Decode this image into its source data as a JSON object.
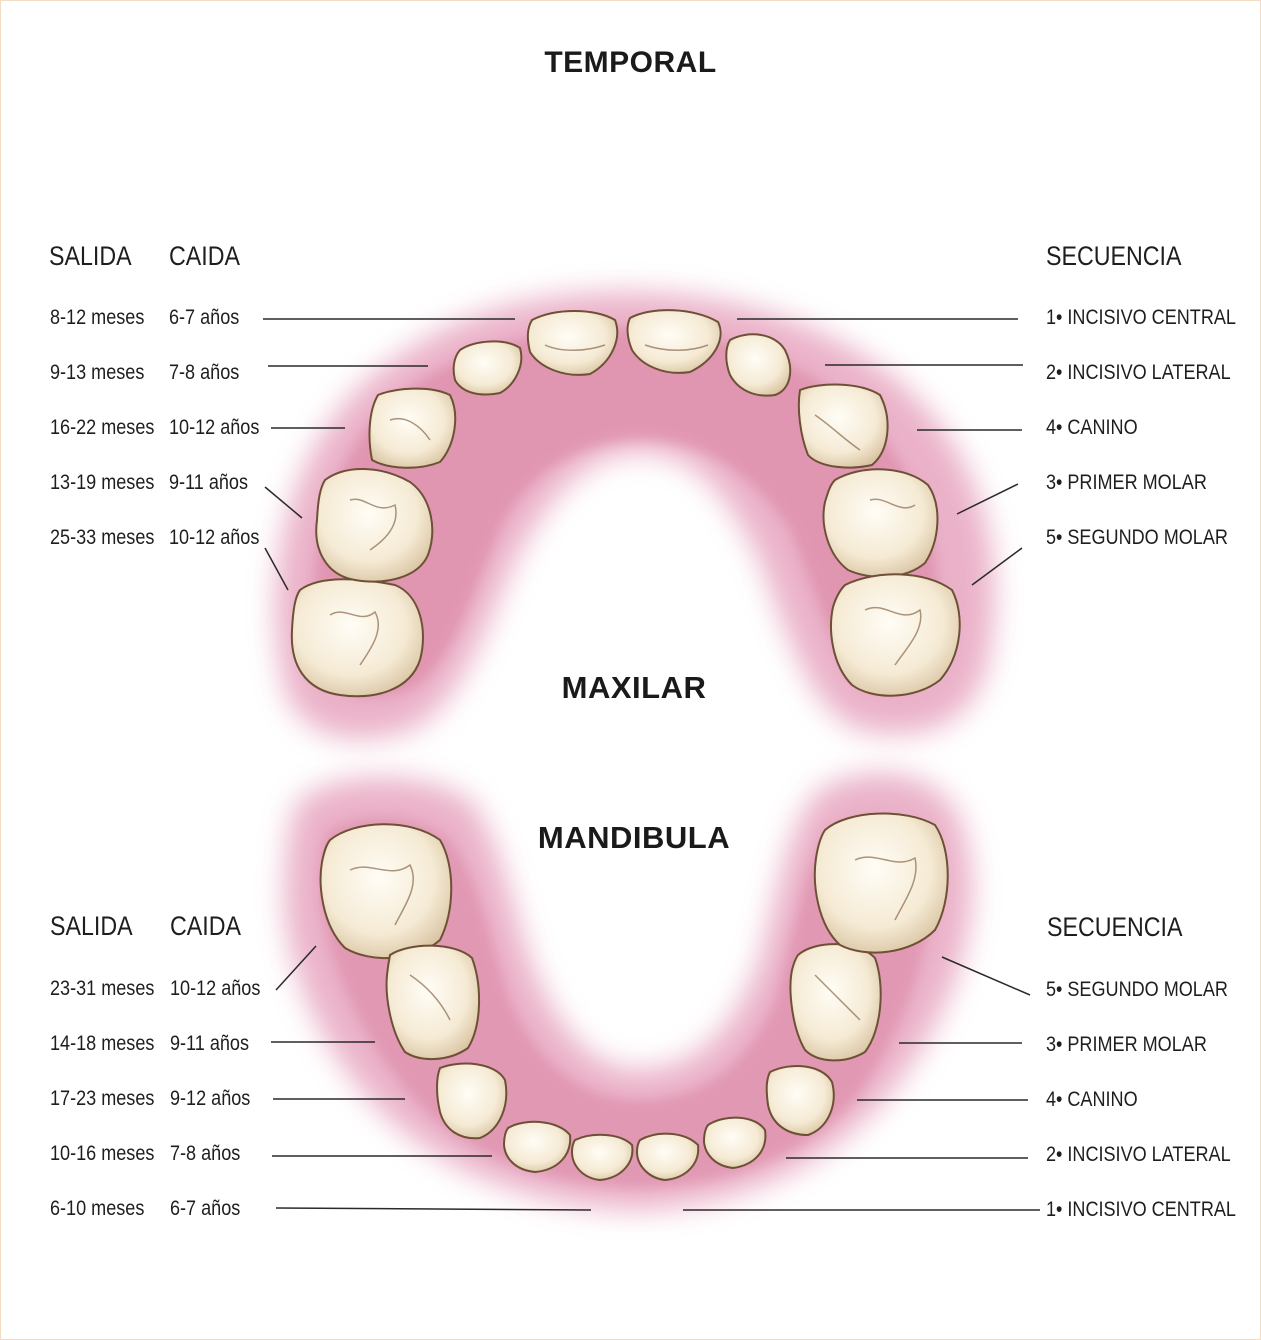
{
  "title": "TEMPORAL",
  "upper": {
    "label": "MAXILAR",
    "headers": {
      "salida": "SALIDA",
      "caida": "CAIDA",
      "secuencia": "SECUENCIA"
    },
    "rows": [
      {
        "salida": "8-12 meses",
        "caida": "6-7 años",
        "secuencia": "1• INCISIVO CENTRAL"
      },
      {
        "salida": "9-13 meses",
        "caida": "7-8 años",
        "secuencia": "2• INCISIVO LATERAL"
      },
      {
        "salida": "16-22 meses",
        "caida": "10-12 años",
        "secuencia": "4• CANINO"
      },
      {
        "salida": "13-19 meses",
        "caida": "9-11 años",
        "secuencia": "3• PRIMER MOLAR"
      },
      {
        "salida": "25-33 meses",
        "caida": "10-12 años",
        "secuencia": "5• SEGUNDO MOLAR"
      }
    ]
  },
  "lower": {
    "label": "MANDIBULA",
    "headers": {
      "salida": "SALIDA",
      "caida": "CAIDA",
      "secuencia": "SECUENCIA"
    },
    "rows": [
      {
        "salida": "23-31 meses",
        "caida": "10-12 años",
        "secuencia": "5• SEGUNDO MOLAR"
      },
      {
        "salida": "14-18 meses",
        "caida": "9-11 años",
        "secuencia": "3• PRIMER MOLAR"
      },
      {
        "salida": "17-23 meses",
        "caida": "9-12 años",
        "secuencia": "4• CANINO"
      },
      {
        "salida": "10-16 meses",
        "caida": "7-8 años",
        "secuencia": "2• INCISIVO LATERAL"
      },
      {
        "salida": "6-10 meses",
        "caida": "6-7 años",
        "secuencia": "1• INCISIVO CENTRAL"
      }
    ]
  },
  "colors": {
    "gum": "#e7a4bf",
    "tooth": "#f6ecd8",
    "tooth_outline": "#7a5a3e"
  }
}
